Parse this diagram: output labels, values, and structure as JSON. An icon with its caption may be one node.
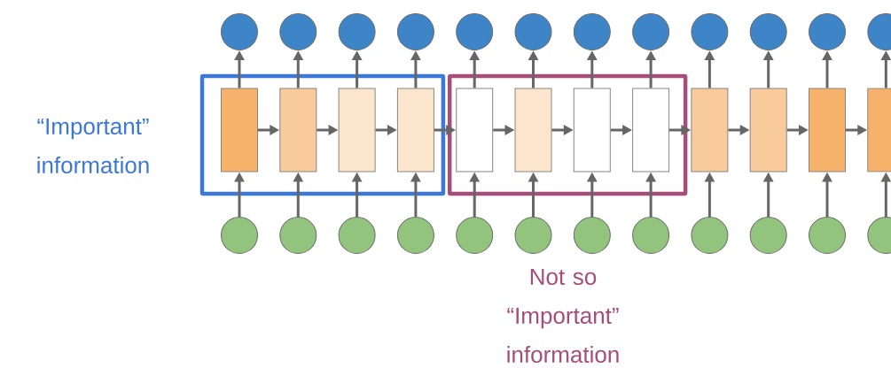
{
  "diagram": {
    "nodes": [
      {
        "text": [],
        "shape": "box"
      },
      {
        "text": [],
        "shape": "box"
      },
      {
        "text": [],
        "shape": "box",
        "in": 0
      },
      {
        "text": [],
        "shape": "box",
        "in": 0
      },
      {
        "text": [],
        "shape": "box",
        "in": 0
      },
      {
        "text": [],
        "shape": "box",
        "in": 0
      },
      {
        "text": [],
        "shape": "box",
        "in": 1
      },
      {
        "text": [],
        "shape": "box",
        "in": 1
      },
      {
        "text": [],
        "shape": "box",
        "in": 1
      },
      {
        "text": [],
        "shape": "box",
        "in": 1
      },
      {
        "text": [],
        "shape": "box"
      },
      {
        "text": [],
        "shape": "box"
      },
      {
        "text": [],
        "shape": "box"
      },
      {
        "text": [],
        "shape": "box"
      },
      {
        "text": [],
        "shape": "circle"
      },
      {
        "text": [],
        "shape": "circle"
      },
      {
        "text": [],
        "shape": "circle"
      },
      {
        "text": [],
        "shape": "circle"
      },
      {
        "text": [],
        "shape": "circle"
      },
      {
        "text": [],
        "shape": "circle"
      },
      {
        "text": [],
        "shape": "circle"
      },
      {
        "text": [],
        "shape": "circle"
      },
      {
        "text": [],
        "shape": "circle"
      },
      {
        "text": [],
        "shape": "circle"
      },
      {
        "text": [],
        "shape": "circle"
      },
      {
        "text": [],
        "shape": "circle"
      },
      {
        "text": [],
        "shape": "circle"
      },
      {
        "text": [],
        "shape": "circle"
      },
      {
        "text": [],
        "shape": "circle"
      },
      {
        "text": [],
        "shape": "circle"
      },
      {
        "text": [],
        "shape": "circle"
      },
      {
        "text": [],
        "shape": "circle"
      },
      {
        "text": [],
        "shape": "circle"
      },
      {
        "text": [],
        "shape": "circle"
      },
      {
        "text": [],
        "shape": "circle"
      },
      {
        "text": [],
        "shape": "circle"
      },
      {
        "text": [],
        "shape": "circle"
      },
      {
        "text": [],
        "shape": "circle"
      }
    ],
    "edges": [
      {
        "from": 26,
        "to": 2,
        "arrow": "to"
      },
      {
        "from": 27,
        "to": 3,
        "arrow": "to"
      },
      {
        "from": 28,
        "to": 4,
        "arrow": "to"
      },
      {
        "from": 29,
        "to": 5,
        "arrow": "to"
      },
      {
        "from": 30,
        "to": 6,
        "arrow": "to"
      },
      {
        "from": 31,
        "to": 7,
        "arrow": "to"
      },
      {
        "from": 32,
        "to": 8,
        "arrow": "to"
      },
      {
        "from": 33,
        "to": 9,
        "arrow": "to"
      },
      {
        "from": 34,
        "to": 10,
        "arrow": "to"
      },
      {
        "from": 35,
        "to": 11,
        "arrow": "to"
      },
      {
        "from": 36,
        "to": 12,
        "arrow": "to"
      },
      {
        "from": 37,
        "to": 13,
        "arrow": "to"
      },
      {
        "from": 2,
        "to": 14,
        "arrow": "to"
      },
      {
        "from": 3,
        "to": 15,
        "arrow": "to"
      },
      {
        "from": 4,
        "to": 16,
        "arrow": "to"
      },
      {
        "from": 5,
        "to": 17,
        "arrow": "to"
      },
      {
        "from": 6,
        "to": 18,
        "arrow": "to"
      },
      {
        "from": 7,
        "to": 19,
        "arrow": "to"
      },
      {
        "from": 8,
        "to": 20,
        "arrow": "to"
      },
      {
        "from": 9,
        "to": 21,
        "arrow": "to"
      },
      {
        "from": 10,
        "to": 22,
        "arrow": "to"
      },
      {
        "from": 11,
        "to": 23,
        "arrow": "to"
      },
      {
        "from": 12,
        "to": 24,
        "arrow": "to"
      },
      {
        "from": 13,
        "to": 25,
        "arrow": "to"
      },
      {
        "from": 2,
        "to": 3,
        "arrow": "to"
      },
      {
        "from": 3,
        "to": 4,
        "arrow": "to"
      },
      {
        "from": 4,
        "to": 5,
        "arrow": "to"
      },
      {
        "from": 5,
        "to": 6,
        "arrow": "to"
      },
      {
        "from": 6,
        "to": 7,
        "arrow": "to"
      },
      {
        "from": 7,
        "to": 8,
        "arrow": "to"
      },
      {
        "from": 8,
        "to": 9,
        "arrow": "to"
      },
      {
        "from": 9,
        "to": 10,
        "arrow": "to"
      },
      {
        "from": 10,
        "to": 11,
        "arrow": "to"
      },
      {
        "from": 11,
        "to": 12,
        "arrow": "to"
      },
      {
        "from": 12,
        "to": 13,
        "arrow": "to"
      }
    ],
    "labels": [
      "“Important” information",
      "Not so “Important” information"
    ]
  }
}
